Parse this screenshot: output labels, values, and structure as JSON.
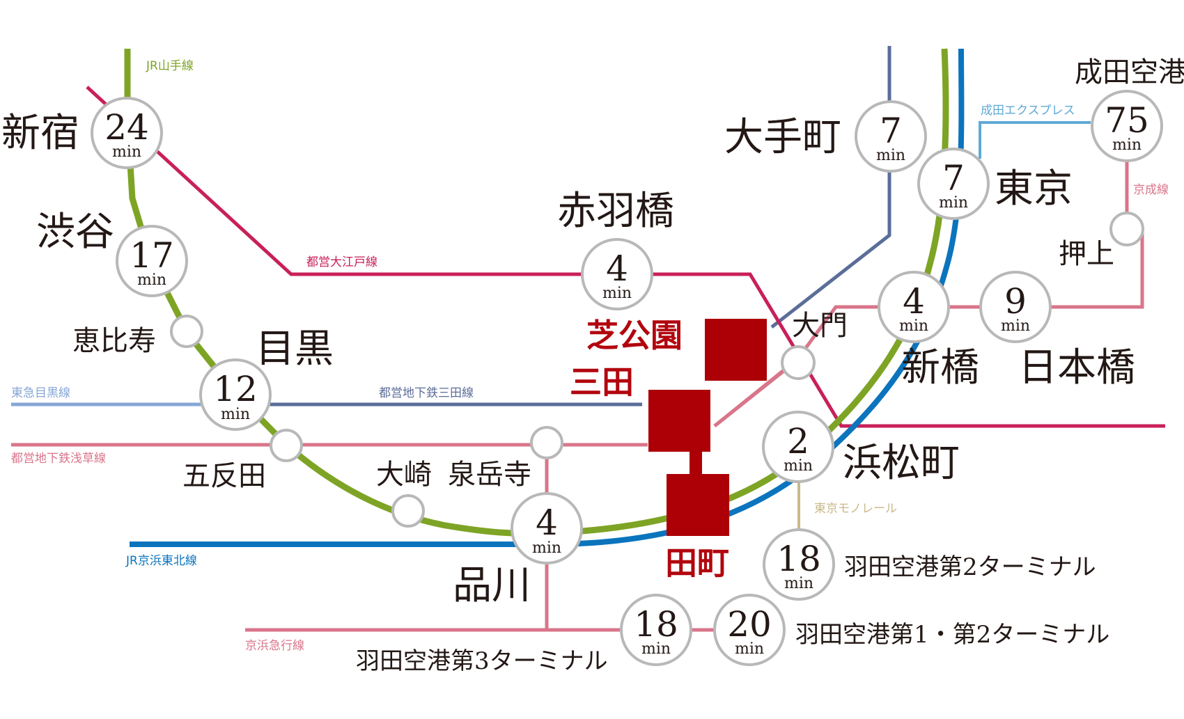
{
  "colors": {
    "yamanote": "#7ea425",
    "keihin_tohoku": "#0b74bd",
    "oedo": "#c8205a",
    "mita": "#5b6d99",
    "asakusa": "#d9758a",
    "tokyu_meguro": "#86a7d6",
    "keikyu": "#d9758a",
    "keisei": "#d9758a",
    "narita_express": "#5fa9d6",
    "monorail": "#c9b98b",
    "chiyoda": "#5b6d99",
    "home": "#ad0006"
  },
  "lines": {
    "yamanote": "JR山手線",
    "oedo": "都営大江戸線",
    "tokyu_meguro": "東急目黒線",
    "mita": "都営地下鉄三田線",
    "asakusa": "都営地下鉄浅草線",
    "keihin_tohoku": "JR京浜東北線",
    "keikyu": "京浜急行線",
    "narita_express": "成田エクスプレス",
    "keisei": "京成線",
    "monorail": "東京モノレール"
  },
  "home_stations": {
    "shibakoen": "芝公園",
    "mita": "三田",
    "tamachi": "田町"
  },
  "min_unit": "min",
  "stations": {
    "shinjuku": {
      "name": "新宿",
      "minutes": "24"
    },
    "shibuya": {
      "name": "渋谷",
      "minutes": "17"
    },
    "ebisu": {
      "name": "恵比寿"
    },
    "meguro": {
      "name": "目黒",
      "minutes": "12"
    },
    "gotanda": {
      "name": "五反田"
    },
    "osaki": {
      "name": "大崎"
    },
    "sengakuji": {
      "name": "泉岳寺"
    },
    "shinagawa": {
      "name": "品川",
      "minutes": "4"
    },
    "akabanebashi": {
      "name": "赤羽橋",
      "minutes": "4"
    },
    "otemachi": {
      "name": "大手町",
      "minutes": "7"
    },
    "tokyo": {
      "name": "東京",
      "minutes": "7"
    },
    "narita": {
      "name": "成田空港",
      "minutes": "75"
    },
    "oshiage": {
      "name": "押上"
    },
    "daimon": {
      "name": "大門"
    },
    "shimbashi": {
      "name": "新橋",
      "minutes": "4"
    },
    "nihombashi": {
      "name": "日本橋",
      "minutes": "9"
    },
    "hamamatsucho": {
      "name": "浜松町",
      "minutes": "2"
    },
    "haneda_t2_monorail": {
      "name": "羽田空港第2ターミナル",
      "minutes": "18"
    },
    "haneda_t3": {
      "name": "羽田空港第3ターミナル",
      "minutes": "18"
    },
    "haneda_t12": {
      "name": "羽田空港第1・第2ターミナル",
      "minutes": "20"
    }
  }
}
